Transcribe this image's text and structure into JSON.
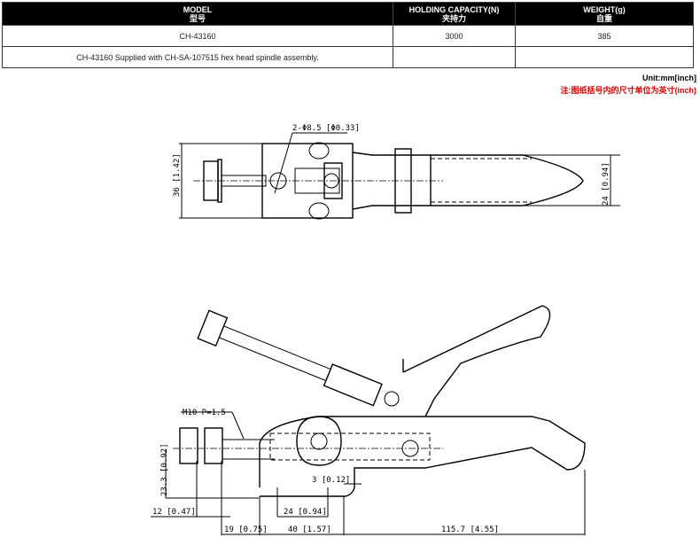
{
  "table": {
    "headers": [
      {
        "en": "MODEL",
        "cn": "型号"
      },
      {
        "en": "HOLDING CAPACITY(N)",
        "cn": "夹持力"
      },
      {
        "en": "WEIGHT(g)",
        "cn": "自重"
      }
    ],
    "rows": [
      [
        "CH-43160",
        "3000",
        "385"
      ],
      [
        "CH-43160 Supplied with CH-SA-107515 hex head spindle assembly.",
        "",
        ""
      ]
    ]
  },
  "unit_label": "Unit:mm[inch]",
  "note": "注:图纸括号内的尺寸单位为英寸(inch)",
  "top_view": {
    "hole": "2-Φ8.5 [Φ0.33]",
    "height": "36 [1.42]",
    "handle_width": "24 [0.94]"
  },
  "side_view": {
    "thread": "M10 P=1.5",
    "height": "23.3 [0.92]",
    "d12": "12 [0.47]",
    "d19": "19 [0.75]",
    "d40": "40 [1.57]",
    "d115": "115.7 [4.55]",
    "d24": "24 [0.94]",
    "d3": "3 [0.12]"
  }
}
